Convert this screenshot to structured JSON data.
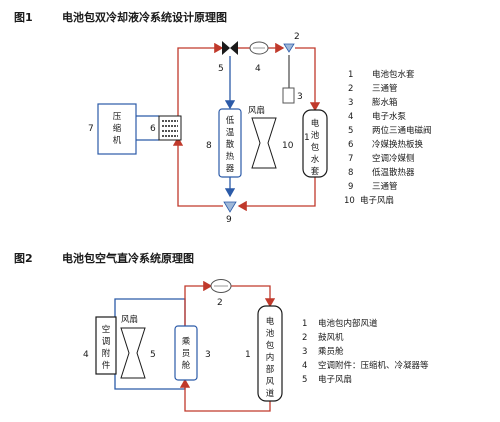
{
  "colors": {
    "red": "#c0392b",
    "blue": "#2b5aa8",
    "grey": "#555555",
    "text": "#1a1a1a"
  },
  "fig1": {
    "title_num": "图1",
    "title": "电池包双冷却液冷系统设计原理图",
    "markers": {
      "m1": "1",
      "m2": "2",
      "m3": "3",
      "m4": "4",
      "m5": "5",
      "m6": "6",
      "m7": "7",
      "m8": "8",
      "m9": "9",
      "m10": "10"
    },
    "box_compressor": [
      "压",
      "缩",
      "机"
    ],
    "box_radiator": [
      "低",
      "温",
      "散",
      "热",
      "器"
    ],
    "box_battery": [
      "电",
      "池",
      "包",
      "水",
      "套"
    ],
    "fan_label": "风扇",
    "legend": [
      {
        "num": "1",
        "text": "电池包水套"
      },
      {
        "num": "2",
        "text": "三通管"
      },
      {
        "num": "3",
        "text": "膨水箱"
      },
      {
        "num": "4",
        "text": "电子水泵"
      },
      {
        "num": "5",
        "text": "两位三通电磁阀"
      },
      {
        "num": "6",
        "text": "冷媒换热板换"
      },
      {
        "num": "7",
        "text": "空调冷媒侧"
      },
      {
        "num": "8",
        "text": "低温散热器"
      },
      {
        "num": "9",
        "text": "三通管"
      },
      {
        "num": "10",
        "text": "电子风扇"
      }
    ]
  },
  "fig2": {
    "title_num": "图2",
    "title": "电池包空气直冷系统原理图",
    "markers": {
      "m1": "1",
      "m2": "2",
      "m3": "3",
      "m4": "4",
      "m5": "5"
    },
    "box_ac": [
      "空",
      "调",
      "附",
      "件"
    ],
    "box_cabin": [
      "乘",
      "员",
      "舱"
    ],
    "box_duct": [
      "电",
      "池",
      "包",
      "内",
      "部",
      "风",
      "道"
    ],
    "fan_label": "风扇",
    "legend": [
      {
        "num": "1",
        "text": "电池包内部风道"
      },
      {
        "num": "2",
        "text": "鼓风机"
      },
      {
        "num": "3",
        "text": "乘员舱"
      },
      {
        "num": "4",
        "text": "空调附件：压缩机、冷凝器等"
      },
      {
        "num": "5",
        "text": "电子风扇"
      }
    ]
  }
}
